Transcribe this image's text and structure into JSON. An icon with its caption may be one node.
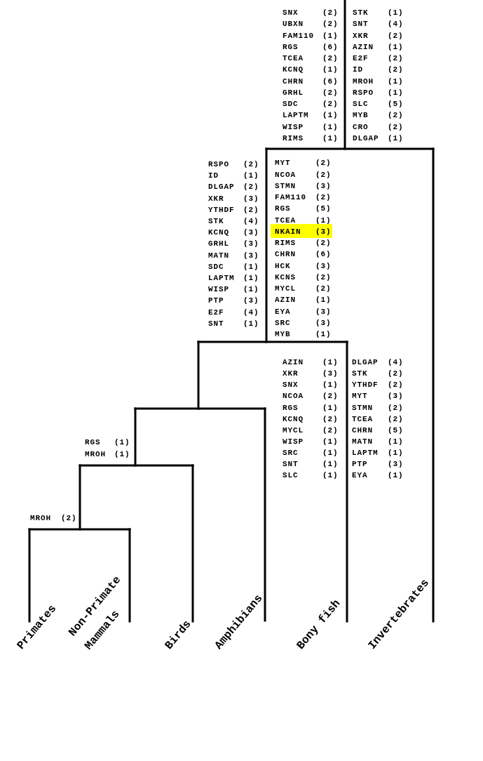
{
  "diagram": {
    "labels": [
      "SNX (2)",
      "UBXN (2)",
      "FAM110 (1)",
      "RGS (6)",
      "TCEA (2)",
      "KCNQ (1)",
      "CHRN (6)",
      "GRHL (2)",
      "SDC (2)",
      "LAPTM (1)",
      "WISP (1)",
      "RIMS (1)",
      "STK (1)",
      "SNT (4)",
      "XKR (2)",
      "AZIN (1)",
      "E2F (2)",
      "ID (2)",
      "MROH (1)",
      "RSPO (1)",
      "SLC (5)",
      "MYB (2)",
      "CRO (2)",
      "DLGAP (1)",
      "RSPO (2)",
      "ID (1)",
      "DLGAP (2)",
      "XKR (3)",
      "YTHDF (2)",
      "STK (4)",
      "KCNQ (3)",
      "GRHL (3)",
      "MATN (3)",
      "SDC (1)",
      "LAPTM (1)",
      "WISP (1)",
      "PTP (3)",
      "E2F (4)",
      "SNT (1)",
      "MYT (2)",
      "NCOA (2)",
      "STMN (3)",
      "FAM110 (2)",
      "RGS (5)",
      "TCEA (1)",
      "NKAIN (3)",
      "RIMS (2)",
      "CHRN (6)",
      "HCK (3)",
      "KCNS (2)",
      "MYCL (2)",
      "AZIN (1)",
      "EYA (3)",
      "SRC (3)",
      "MYB (1)",
      "AZIN (1)",
      "XKR (3)",
      "SNX (1)",
      "NCOA (2)",
      "RGS (1)",
      "KCNQ (2)",
      "MYCL (2)",
      "WISP (1)",
      "SRC (1)",
      "SNT (1)",
      "SLC (1)",
      "DLGAP (4)",
      "STK (2)",
      "YTHDF (2)",
      "MYT (3)",
      "STMN (2)",
      "TCEA (2)",
      "CHRN (5)",
      "MATN (1)",
      "LAPTM (1)",
      "PTP (3)",
      "EYA (1)",
      "RGS (1)",
      "MROH (1)",
      "MROH (2)",
      "Primates",
      "Non-Primate Mammals",
      "Birds",
      "Amphibians",
      "Bony fish",
      "Invertebrates"
    ]
  }
}
